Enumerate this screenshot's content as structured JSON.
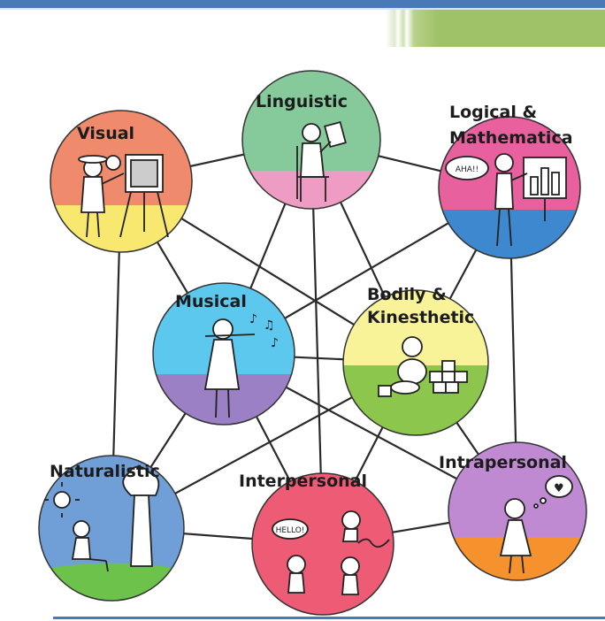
{
  "intelligences": [
    {
      "id": "visual",
      "label": "Visual",
      "top_color": "#f08a6c",
      "bottom_color": "#f8e870",
      "icon": "painter-at-easel"
    },
    {
      "id": "linguistic",
      "label": "Linguistic",
      "top_color": "#86c99a",
      "bottom_color": "#ee9cc4",
      "icon": "reader-in-chair"
    },
    {
      "id": "logical",
      "label": "Logical &",
      "label2": "Mathematica",
      "top_color": "#e8609e",
      "bottom_color": "#3e88cf",
      "icon": "teacher-at-chart"
    },
    {
      "id": "musical",
      "label": "Musical",
      "top_color": "#5cc8ee",
      "bottom_color": "#9b80c6",
      "icon": "violinist"
    },
    {
      "id": "bodily",
      "label": "Bodily &",
      "label2": "Kinesthetic",
      "top_color": "#f8f298",
      "bottom_color": "#8cc64c",
      "icon": "child-with-blocks"
    },
    {
      "id": "naturalistic",
      "label": "Naturalistic",
      "top_color": "#6f9fd6",
      "bottom_color": "#6f9fd6",
      "icon": "person-by-tree"
    },
    {
      "id": "interpersonal",
      "label": "Interpersonal",
      "top_color": "#ee5b74",
      "bottom_color": "#ee5b74",
      "icon": "children-talking"
    },
    {
      "id": "intrapersonal",
      "label": "Intrapersonal",
      "top_color": "#c08ad2",
      "bottom_color": "#f5922e",
      "icon": "thinking-girl"
    }
  ],
  "speech_bubbles": {
    "hello": "HELLO!",
    "aha": "AHA!!"
  }
}
